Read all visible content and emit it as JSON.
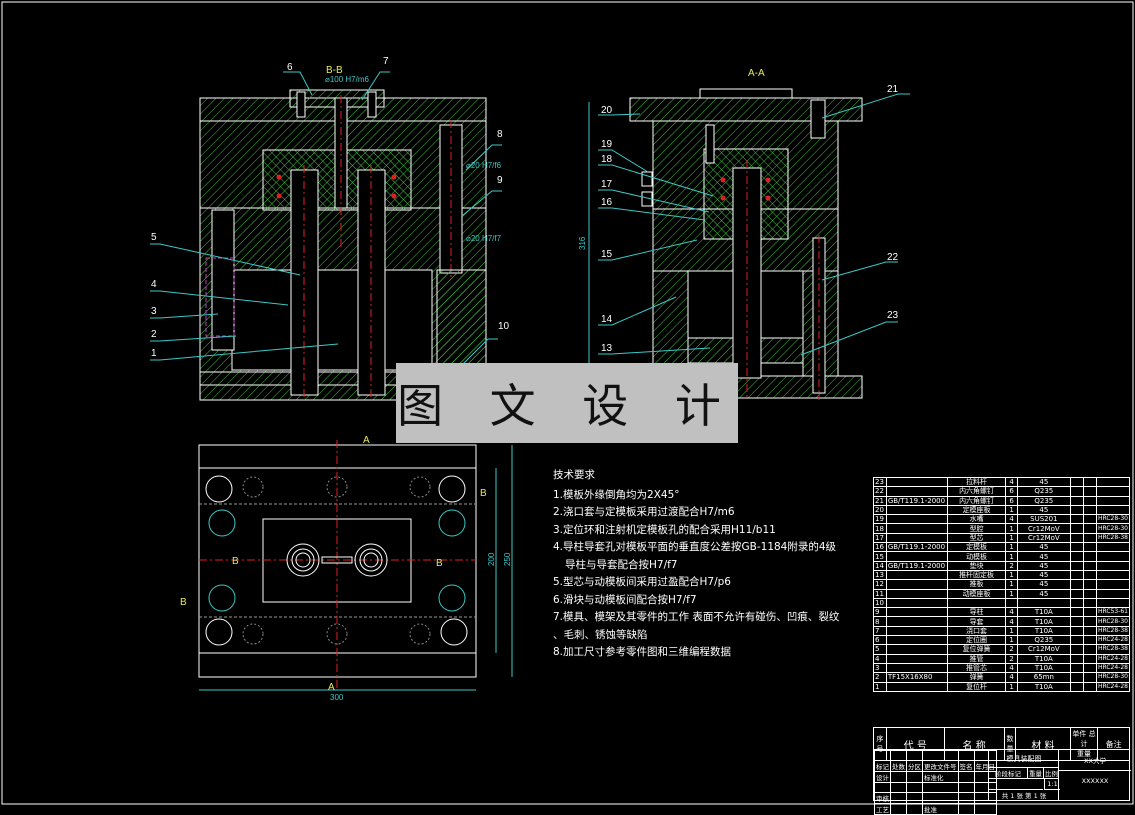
{
  "drawing": {
    "views": {
      "section_bb": {
        "title": "B-B",
        "dim_top": "⌀100 H7/m6"
      },
      "section_aa": {
        "title": "A-A",
        "dim_height": "316"
      },
      "plan_view": {
        "dim_width": "300",
        "dim_inner_height": "200",
        "dim_outer_height": "250",
        "section_marks": [
          "A",
          "A",
          "B",
          "B",
          "B",
          "B"
        ]
      }
    },
    "callouts_left": [
      "6",
      "7",
      "8",
      "9",
      "5",
      "4",
      "3",
      "2",
      "1",
      "10"
    ],
    "callouts_right": [
      "21",
      "20",
      "19",
      "18",
      "17",
      "16",
      "15",
      "14",
      "13",
      "22",
      "23"
    ],
    "fit_dims": [
      "⌀20 H7/f6",
      "⌀20 H7/f7"
    ]
  },
  "watermark": {
    "text": "图 文 设 计"
  },
  "technical_requirements": {
    "title": "技术要求",
    "items": [
      "1.模板外缘倒角均为2X45°",
      "2.浇口套与定模板采用过渡配合H7/m6",
      "3.定位环和注射机定模板孔的配合采用H11/b11",
      "4.导柱导套孔对模板平面的垂直度公差按GB-1184附录的4级",
      "导柱与导套配合按H7/f7",
      "5.型芯与动模板间采用过盈配合H7/p6",
      "6.滑块与动模板间配合按H7/f7",
      "7.模具、模架及其零件的工作 表面不允许有碰伤、凹痕、裂纹",
      "、毛刺、锈蚀等缺陷",
      "8.加工尺寸参考零件图和三维编程数据"
    ]
  },
  "bom": {
    "rows": [
      {
        "no": "23",
        "code": "",
        "name": "拉料杆",
        "qty": "4",
        "material": "45",
        "remark": ""
      },
      {
        "no": "22",
        "code": "",
        "name": "内六角螺钉",
        "qty": "6",
        "material": "Q235",
        "remark": ""
      },
      {
        "no": "21",
        "code": "GB/T119.1-2000",
        "name": "内六角螺钉",
        "qty": "6",
        "material": "Q235",
        "remark": ""
      },
      {
        "no": "20",
        "code": "",
        "name": "定模座板",
        "qty": "1",
        "material": "45",
        "remark": ""
      },
      {
        "no": "19",
        "code": "",
        "name": "水嘴",
        "qty": "4",
        "material": "SUS201",
        "remark": "HRC28-30"
      },
      {
        "no": "18",
        "code": "",
        "name": "型腔",
        "qty": "1",
        "material": "Cr12MoV",
        "remark": "HRC28-30"
      },
      {
        "no": "17",
        "code": "",
        "name": "型芯",
        "qty": "1",
        "material": "Cr12MoV",
        "remark": "HRC28-38"
      },
      {
        "no": "16",
        "code": "GB/T119.1-2000",
        "name": "定模板",
        "qty": "1",
        "material": "45",
        "remark": ""
      },
      {
        "no": "15",
        "code": "",
        "name": "动模板",
        "qty": "1",
        "material": "45",
        "remark": ""
      },
      {
        "no": "14",
        "code": "GB/T119.1-2000",
        "name": "垫块",
        "qty": "2",
        "material": "45",
        "remark": ""
      },
      {
        "no": "13",
        "code": "",
        "name": "推杆固定板",
        "qty": "1",
        "material": "45",
        "remark": ""
      },
      {
        "no": "12",
        "code": "",
        "name": "推板",
        "qty": "1",
        "material": "45",
        "remark": ""
      },
      {
        "no": "11",
        "code": "",
        "name": "动模座板",
        "qty": "1",
        "material": "45",
        "remark": ""
      },
      {
        "no": "10",
        "code": "",
        "name": "",
        "qty": "",
        "material": "",
        "remark": ""
      },
      {
        "no": "9",
        "code": "",
        "name": "导柱",
        "qty": "4",
        "material": "T10A",
        "remark": "HRC53-61"
      },
      {
        "no": "8",
        "code": "",
        "name": "导套",
        "qty": "4",
        "material": "T10A",
        "remark": "HRC28-30"
      },
      {
        "no": "7",
        "code": "",
        "name": "浇口套",
        "qty": "1",
        "material": "T10A",
        "remark": "HRC28-38"
      },
      {
        "no": "6",
        "code": "",
        "name": "定位圈",
        "qty": "1",
        "material": "Q235",
        "remark": "HRC24-28"
      },
      {
        "no": "5",
        "code": "",
        "name": "复位弹簧",
        "qty": "2",
        "material": "Cr12MoV",
        "remark": "HRC28-38"
      },
      {
        "no": "4",
        "code": "",
        "name": "推管",
        "qty": "2",
        "material": "T10A",
        "remark": "HRC24-28"
      },
      {
        "no": "3",
        "code": "",
        "name": "推管芯",
        "qty": "4",
        "material": "T10A",
        "remark": "HRC24-28"
      },
      {
        "no": "2",
        "code": "TF15X16X80",
        "name": "弹簧",
        "qty": "4",
        "material": "65mn",
        "remark": "HRC28-30"
      },
      {
        "no": "1",
        "code": "",
        "name": "复位杆",
        "qty": "1",
        "material": "T10A",
        "remark": "HRC24-28"
      }
    ],
    "header": {
      "no": "序号",
      "code": "代 号",
      "name": "名 称",
      "qty": "数量",
      "material": "材 料",
      "single_weight": "单件",
      "total_weight": "总计",
      "weight": "重量",
      "remark": "备注"
    }
  },
  "title_block": {
    "revision_headers": [
      "标记",
      "处数",
      "分区",
      "更改文件号",
      "签名",
      "年月日"
    ],
    "design": "设计",
    "standardize": "标准化",
    "review": "审核",
    "process": "工艺",
    "approve": "批准",
    "drawing_name": "模具装配图",
    "stage_mark": "阶段标记",
    "weight": "重量",
    "scale": "比例",
    "scale_value": "1:1",
    "sheets": "共 1 张  第 1 张",
    "school": "XX大学",
    "drawing_no": "XXXXXX"
  }
}
